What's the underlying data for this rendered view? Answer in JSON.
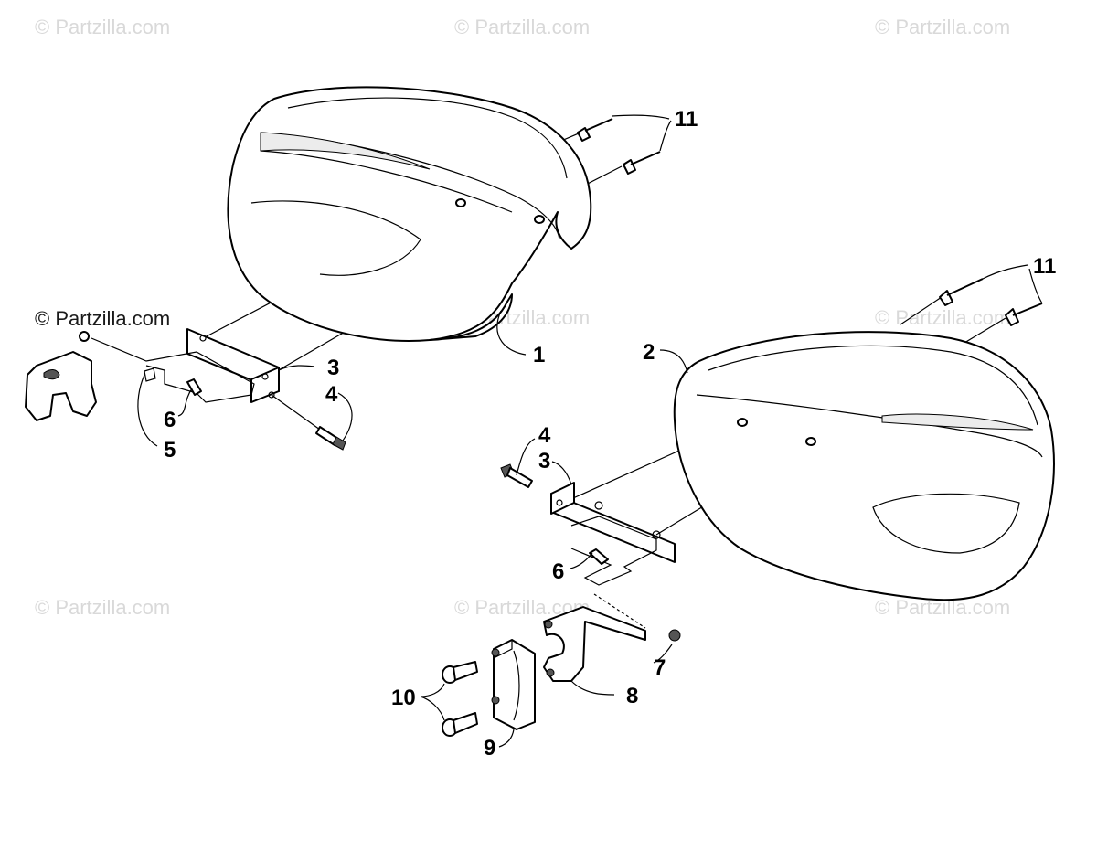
{
  "watermarks": {
    "text": "© Partzilla.com",
    "prominent_text": "© Partzilla.com"
  },
  "callouts": [
    "1",
    "2",
    "3",
    "4",
    "5",
    "6",
    "7",
    "8",
    "9",
    "10",
    "11"
  ],
  "colors": {
    "background": "#ffffff",
    "line": "#000000",
    "watermark": "#d9d9d9"
  }
}
